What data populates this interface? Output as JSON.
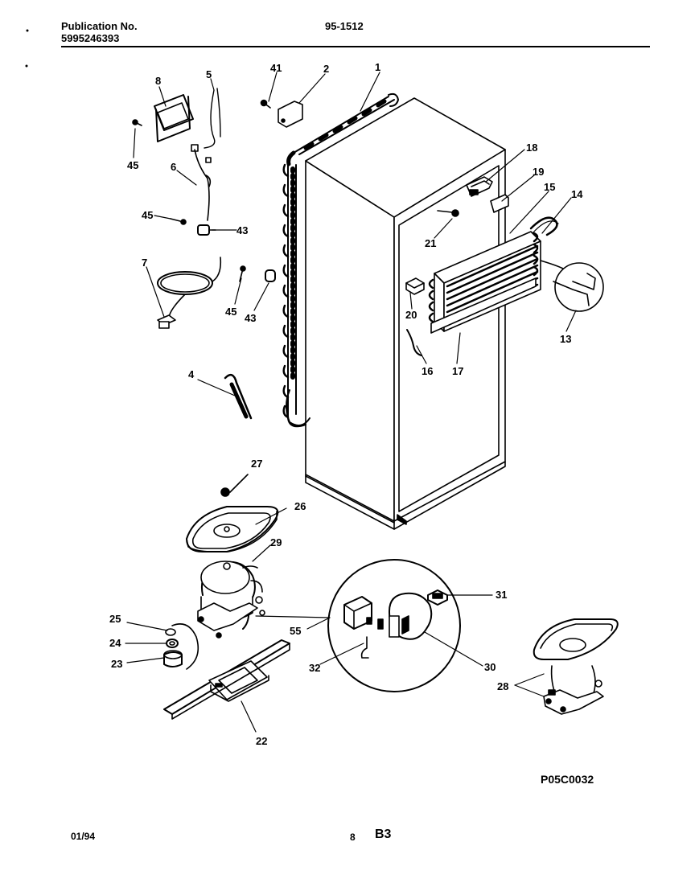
{
  "header": {
    "publication_label": "Publication No.",
    "publication_number": "5995246393",
    "model_number": "95-1512"
  },
  "footer": {
    "date": "01/94",
    "page_number": "8",
    "section": "B3",
    "diagram_code": "P05C0032"
  },
  "callouts": [
    "1",
    "2",
    "41",
    "8",
    "5",
    "45",
    "6",
    "45",
    "43",
    "7",
    "45",
    "43",
    "4",
    "18",
    "19",
    "15",
    "14",
    "21",
    "20",
    "16",
    "17",
    "13",
    "27",
    "26",
    "29",
    "25",
    "24",
    "23",
    "22",
    "55",
    "32",
    "31",
    "30",
    "28"
  ]
}
